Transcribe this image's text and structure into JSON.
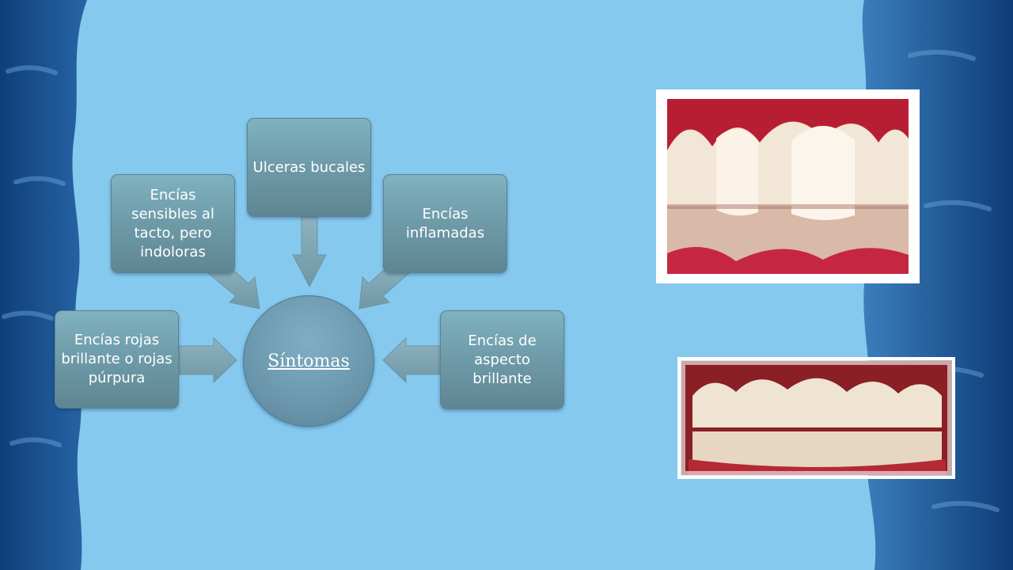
{
  "diagram": {
    "center_label": "Síntomas",
    "nodes": [
      {
        "id": "encias-rojas",
        "label": "Encías rojas brillante o rojas púrpura"
      },
      {
        "id": "encias-sensibles",
        "label": "Encías sensibles al tacto, pero indoloras"
      },
      {
        "id": "ulceras",
        "label": "Ulceras bucales"
      },
      {
        "id": "encias-inflamadas",
        "label": "Encías inflamadas"
      },
      {
        "id": "encias-brillante",
        "label": "Encías de aspecto brillante"
      }
    ]
  },
  "colors": {
    "background_main": "#86c9ef",
    "node_fill": "#6e9aa8",
    "gum_red": "#c8283c"
  }
}
